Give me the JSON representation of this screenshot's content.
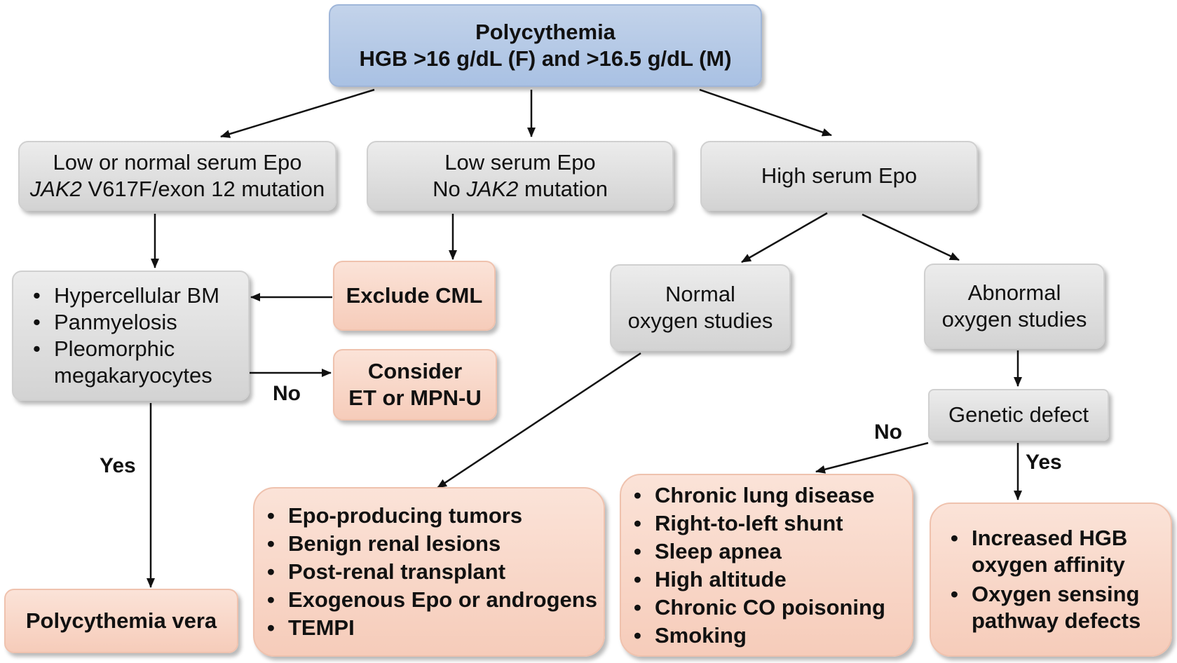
{
  "root": {
    "title": "Polycythemia",
    "criteria": "HGB >16 g/dL (F) and >16.5 g/dL (M)"
  },
  "epo_low_normal": {
    "line1": "Low or normal serum Epo",
    "line2_italic": "JAK2",
    "line2_rest": " V617F/exon 12 mutation"
  },
  "epo_low": {
    "line1": "Low serum Epo",
    "line2_prefix": "No ",
    "line2_italic": "JAK2",
    "line2_rest": " mutation"
  },
  "epo_high": {
    "text": "High serum Epo"
  },
  "bm_findings": {
    "items": [
      "Hypercellular BM",
      "Panmyelosis",
      "Pleomorphic megakaryocytes"
    ]
  },
  "exclude_cml": {
    "text": "Exclude CML"
  },
  "consider": {
    "line1": "Consider",
    "line2": "ET or MPN-U"
  },
  "normal_oxygen": {
    "line1": "Normal",
    "line2": "oxygen studies"
  },
  "abnormal_oxygen": {
    "line1": "Abnormal",
    "line2": "oxygen studies"
  },
  "genetic_defect": {
    "text": "Genetic defect"
  },
  "pv": {
    "text": "Polycythemia vera"
  },
  "normal_causes": {
    "items": [
      "Epo-producing tumors",
      "Benign renal lesions",
      "Post-renal transplant",
      "Exogenous Epo or androgens",
      "TEMPI"
    ]
  },
  "acquired_causes": {
    "items": [
      "Chronic lung disease",
      "Right-to-left shunt",
      "Sleep apnea",
      "High altitude",
      "Chronic CO poisoning",
      "Smoking"
    ]
  },
  "genetic_causes": {
    "items": [
      "Increased HGB oxygen affinity",
      "Oxygen sensing pathway defects"
    ]
  },
  "labels": {
    "yes_pv": "Yes",
    "no_consider": "No",
    "no_genetic": "No",
    "yes_genetic": "Yes"
  },
  "colors": {
    "root_fill": "#a9c1e3",
    "gray_fill": "#d9d9d9",
    "pink_fill": "#f8d5c4",
    "arrow": "#111111"
  }
}
